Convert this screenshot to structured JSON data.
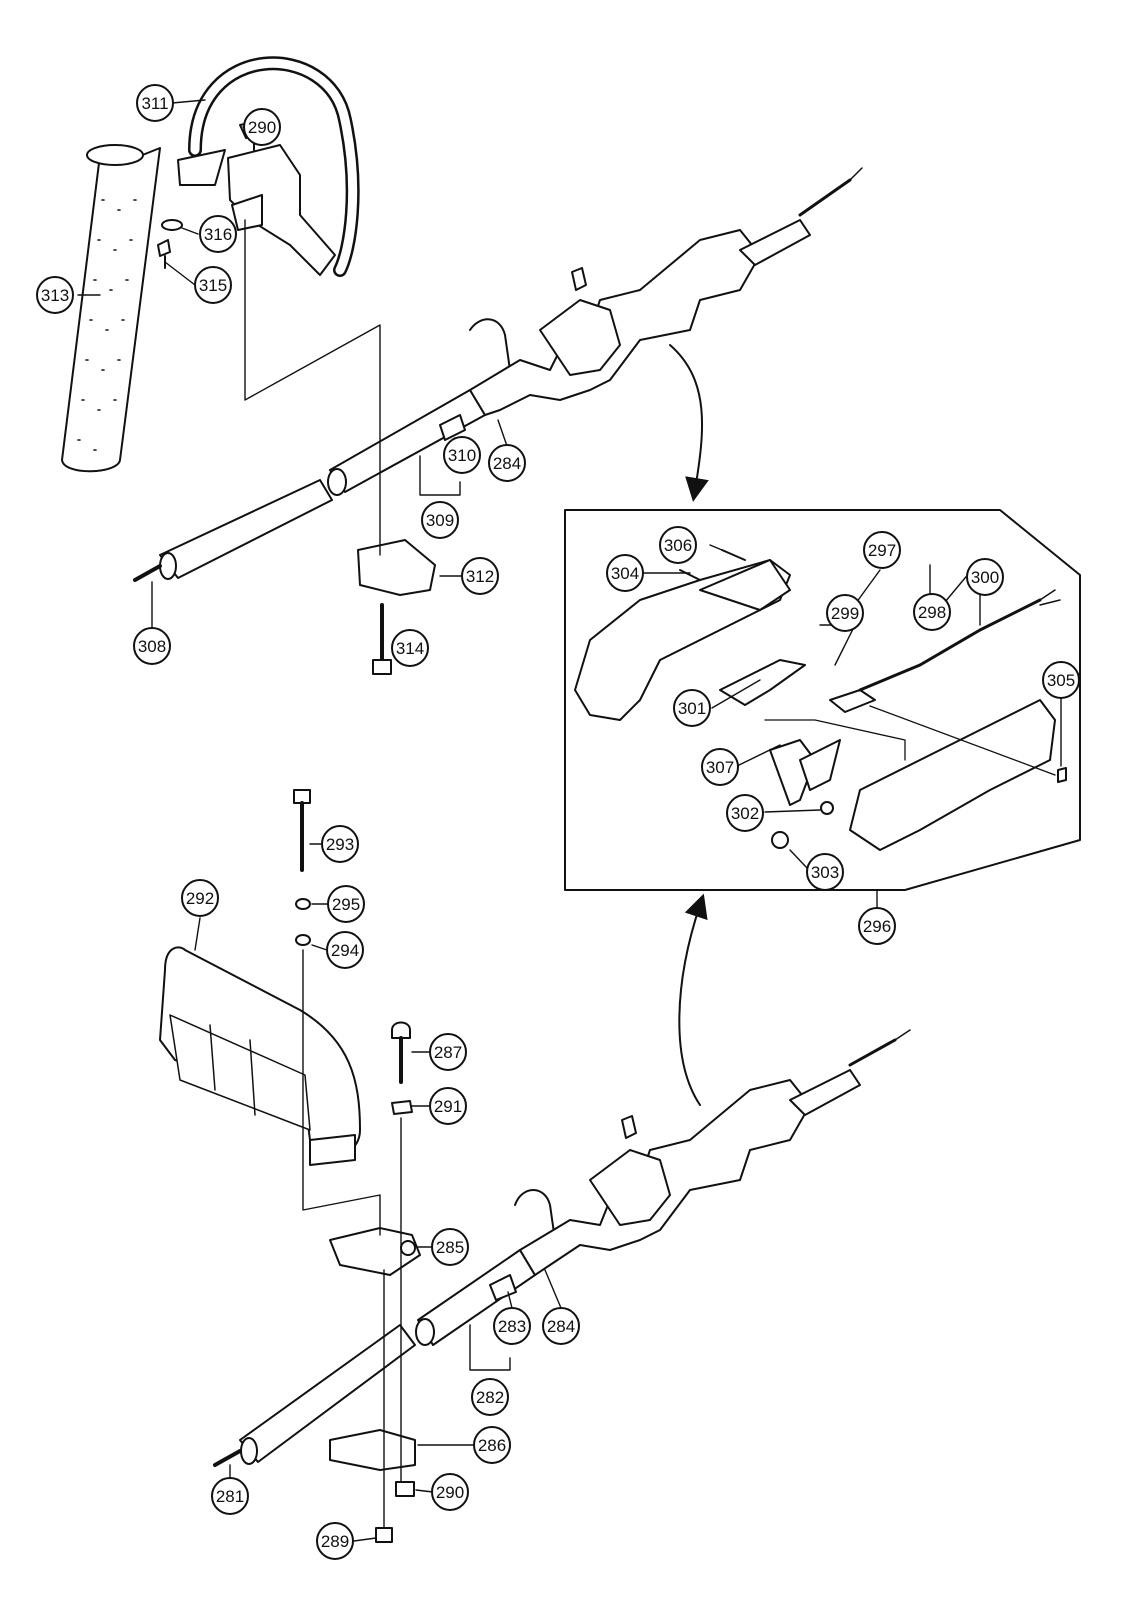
{
  "callouts": {
    "c281": "281",
    "c282": "282",
    "c283": "283",
    "c284a": "284",
    "c284b": "284",
    "c285": "285",
    "c286": "286",
    "c287": "287",
    "c289": "289",
    "c290a": "290",
    "c290b": "290",
    "c291": "291",
    "c292": "292",
    "c293": "293",
    "c294": "294",
    "c295": "295",
    "c296": "296",
    "c297": "297",
    "c298": "298",
    "c299": "299",
    "c300": "300",
    "c301": "301",
    "c302": "302",
    "c303": "303",
    "c304": "304",
    "c305": "305",
    "c306": "306",
    "c307": "307",
    "c308": "308",
    "c309": "309",
    "c310": "310",
    "c311": "311",
    "c312": "312",
    "c313": "313",
    "c314": "314",
    "c315": "315",
    "c316": "316"
  },
  "colors": {
    "ink": "#111111",
    "paper": "#ffffff"
  }
}
